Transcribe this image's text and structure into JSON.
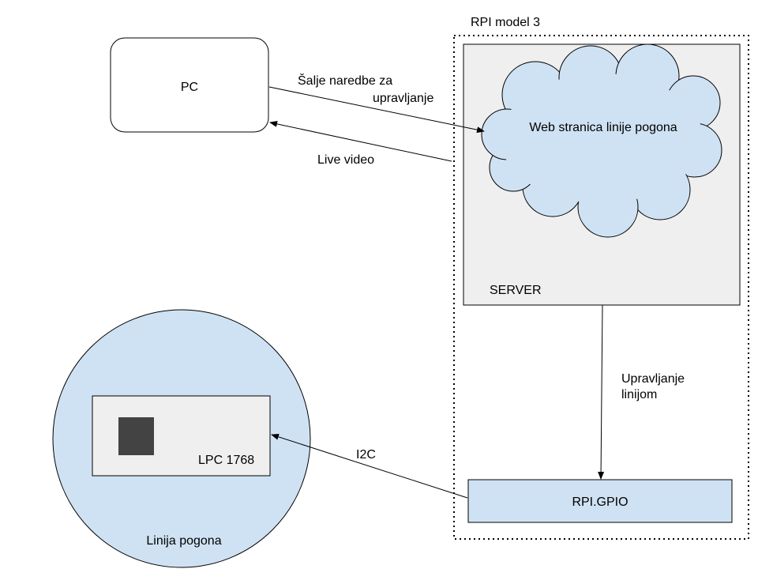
{
  "nodes": {
    "pc": {
      "label": "PC"
    },
    "rpi": {
      "label": "RPI model 3"
    },
    "server": {
      "label": "SERVER"
    },
    "webpage": {
      "label": "Web stranica linije pogona"
    },
    "gpio": {
      "label": "RPI.GPIO"
    },
    "lpc": {
      "label": "LPC 1768"
    },
    "drive_line": {
      "label": "Linija pogona"
    }
  },
  "edges": {
    "commands": {
      "label_line1": "Šalje naredbe za",
      "label_line2": "upravljanje"
    },
    "video": {
      "label": "Live video"
    },
    "control": {
      "label_line1": "Upravljanje",
      "label_line2": "linijom"
    },
    "i2c": {
      "label": "I2C"
    }
  },
  "colors": {
    "box_fill": "#efefef",
    "light_blue": "#cfe2f3",
    "chip": "#434343",
    "stroke": "#000000"
  }
}
